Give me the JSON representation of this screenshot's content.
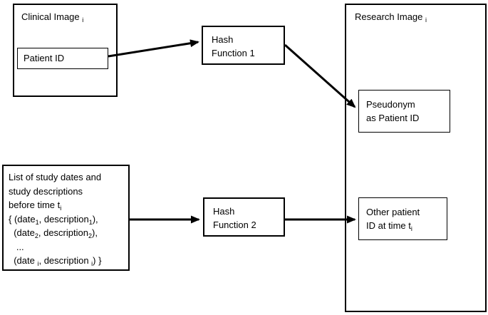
{
  "diagram": {
    "colors": {
      "line": "#000000",
      "border": "#000000",
      "background": "#ffffff",
      "text": "#000000"
    },
    "clinical_image": {
      "title": [
        {
          "t": "Clinical Image "
        },
        {
          "s": "i"
        }
      ]
    },
    "patient_id": {
      "label": "Patient ID"
    },
    "hash_function_1": {
      "lines": [
        "Hash",
        "Function 1"
      ]
    },
    "research_image": {
      "title": [
        {
          "t": "Research Image "
        },
        {
          "s": "i"
        }
      ]
    },
    "pseudonym": {
      "lines": [
        "Pseudonym",
        "as Patient ID"
      ]
    },
    "study_list": {
      "lines": [
        [
          {
            "t": "List of study dates and"
          }
        ],
        [
          {
            "t": "study descriptions"
          }
        ],
        [
          {
            "t": "before time t"
          },
          {
            "s": "i"
          }
        ],
        [
          {
            "t": "{ (date"
          },
          {
            "s": "1"
          },
          {
            "t": ", description"
          },
          {
            "s": "1"
          },
          {
            "t": "),"
          }
        ],
        [
          {
            "t": "  (date"
          },
          {
            "s": "2"
          },
          {
            "t": ", description"
          },
          {
            "s": "2"
          },
          {
            "t": "),"
          }
        ],
        [
          {
            "t": "   ..."
          }
        ],
        [
          {
            "t": "  (date "
          },
          {
            "s": "i"
          },
          {
            "t": ", description "
          },
          {
            "s": "i"
          },
          {
            "t": ") }"
          }
        ]
      ]
    },
    "hash_function_2": {
      "lines": [
        "Hash",
        "Function 2"
      ]
    },
    "other_patient": {
      "lines": [
        [
          {
            "t": "Other patient"
          }
        ],
        [
          {
            "t": "ID at time t"
          },
          {
            "s": "i"
          }
        ]
      ]
    }
  }
}
